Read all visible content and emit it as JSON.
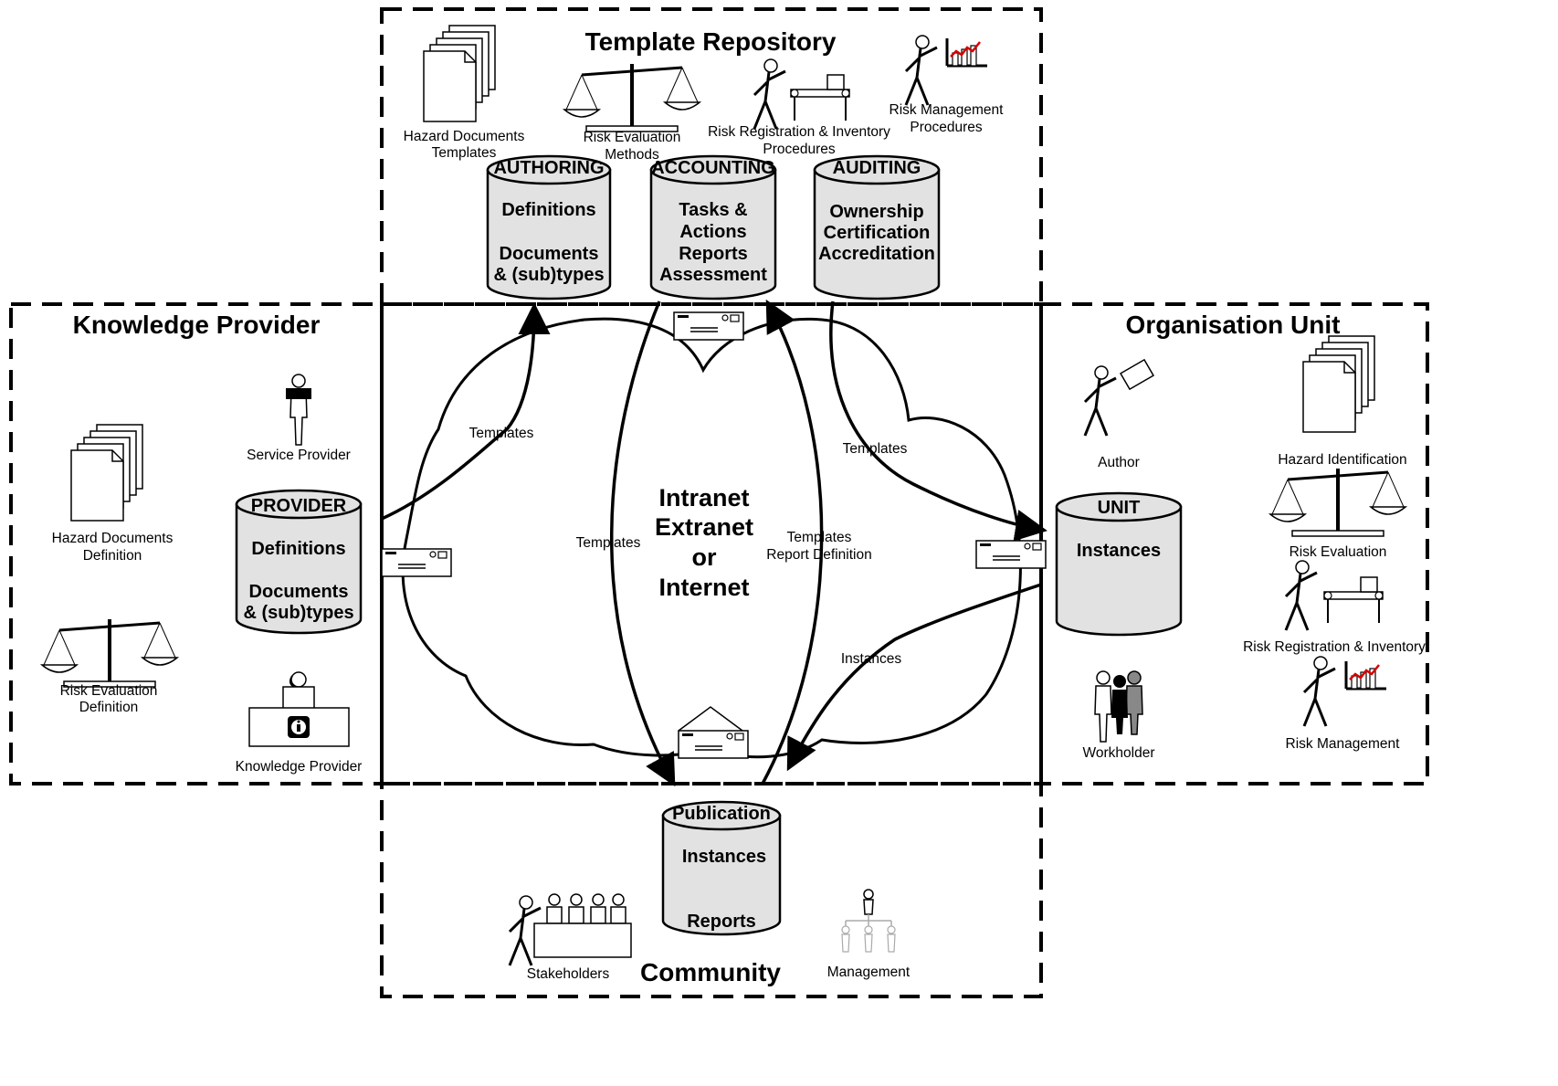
{
  "regions": {
    "template_repository": "Template Repository",
    "knowledge_provider": "Knowledge Provider",
    "organisation_unit": "Organisation Unit",
    "community": "Community"
  },
  "network": [
    "Intranet",
    "Extranet",
    "or",
    "Internet"
  ],
  "databases": {
    "authoring": {
      "header": "AUTHORING",
      "lines": [
        "Definitions",
        "",
        "Documents",
        "& (sub)types"
      ]
    },
    "accounting": {
      "header": "ACCOUNTING",
      "lines": [
        "Tasks &",
        "Actions",
        "Reports",
        "Assessment"
      ]
    },
    "auditing": {
      "header": "AUDITING",
      "lines": [
        "Ownership",
        "Certification",
        "Accreditation"
      ]
    },
    "provider": {
      "header": "PROVIDER",
      "lines": [
        "Definitions",
        "",
        "Documents",
        "& (sub)types"
      ]
    },
    "unit": {
      "header": "UNIT",
      "lines": [
        "Instances"
      ]
    },
    "publication": {
      "header": "Publication",
      "lines": [
        "Instances",
        "",
        "",
        "Reports"
      ]
    }
  },
  "labels": {
    "hazard_docs_templates": [
      "Hazard Documents",
      "Templates"
    ],
    "risk_eval_methods": [
      "Risk Evaluation",
      "Methods"
    ],
    "risk_reg_inv_procedures": [
      "Risk Registration & Inventory",
      "Procedures"
    ],
    "risk_mgmt_procedures": [
      "Risk Management",
      "Procedures"
    ],
    "service_provider": "Service Provider",
    "hazard_docs_definition": [
      "Hazard Documents",
      "Definition"
    ],
    "risk_eval_definition": [
      "Risk Evaluation",
      "Definition"
    ],
    "knowledge_provider_icon": "Knowledge Provider",
    "author": "Author",
    "hazard_identification": "Hazard Identification",
    "risk_evaluation": "Risk Evaluation",
    "risk_reg_inventory": "Risk Registration & Inventory",
    "risk_management": "Risk Management",
    "workholder": "Workholder",
    "stakeholders": "Stakeholders",
    "management": "Management"
  },
  "flows": {
    "templates_provider": "Templates",
    "templates_accounting": "Templates",
    "templates_unit": "Templates",
    "templates_report_definition": [
      "Templates",
      "Report Definition"
    ],
    "instances": "Instances"
  }
}
